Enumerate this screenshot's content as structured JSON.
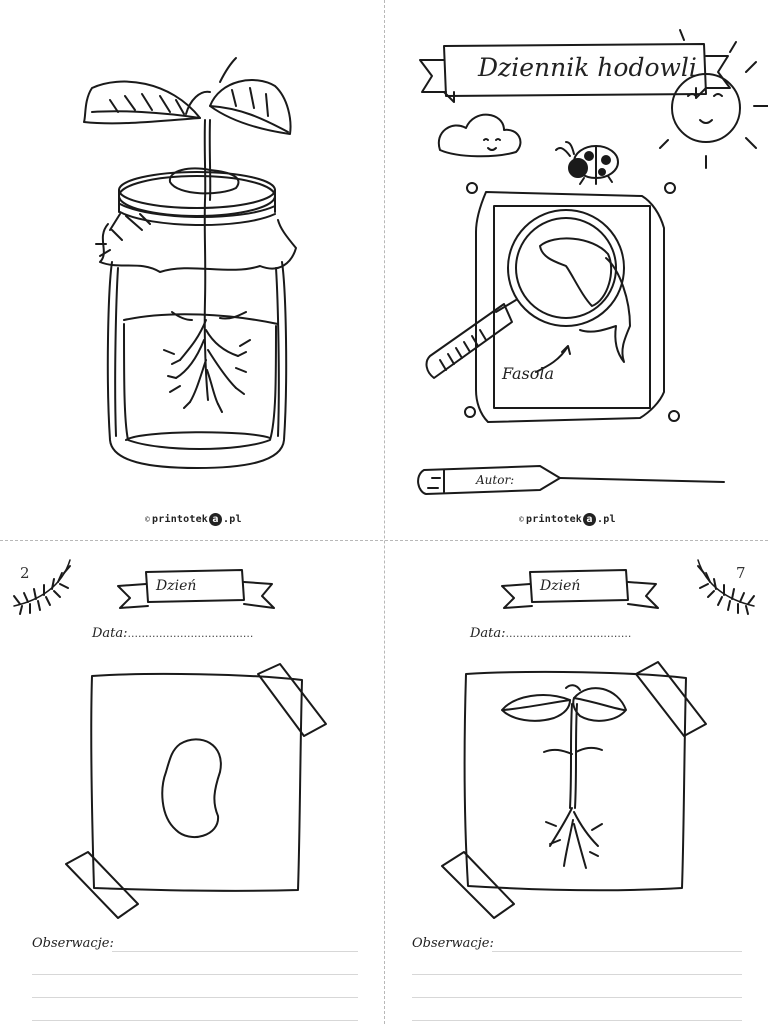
{
  "document": {
    "cover": {
      "logo": {
        "copyright": "©",
        "brand_pre": "printotek",
        "brand_a": "a",
        "brand_post": ".pl"
      }
    },
    "title_page": {
      "title": "Dziennik hodowli",
      "subject_label": "Fasola",
      "author_label": "Autor:",
      "logo": {
        "copyright": "©",
        "brand_pre": "printotek",
        "brand_a": "a",
        "brand_post": ".pl"
      }
    },
    "day_page_left": {
      "page_number": "2",
      "day_label": "Dzień",
      "date_label": "Data:",
      "date_dots": "....................................",
      "observations_label": "Obserwacje:"
    },
    "day_page_right": {
      "page_number": "7",
      "day_label": "Dzień",
      "date_label": "Data:",
      "date_dots": "....................................",
      "observations_label": "Obserwacje:"
    }
  }
}
